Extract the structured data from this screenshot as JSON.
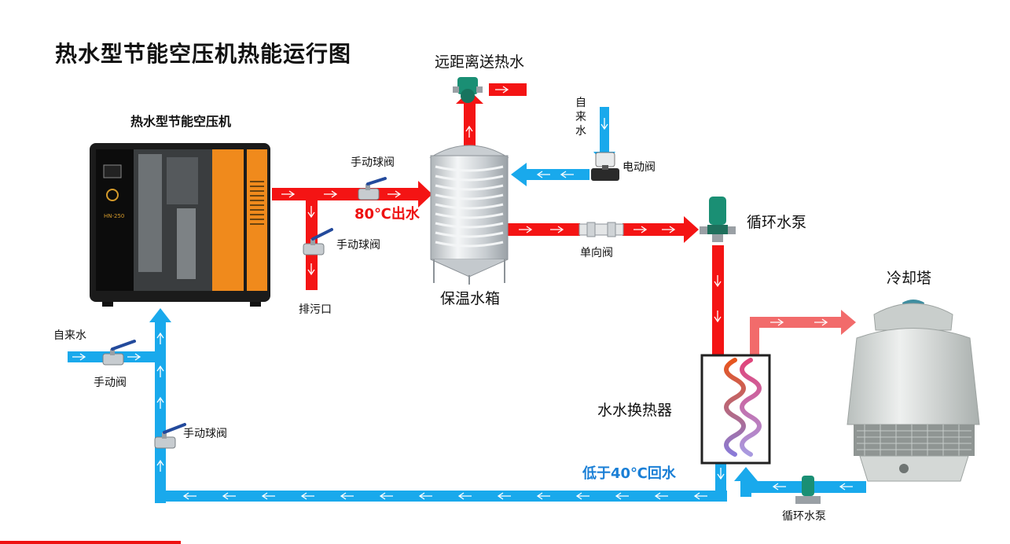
{
  "title": "热水型节能空压机热能运行图",
  "labels": {
    "compressor": "热水型节能空压机",
    "compressor_model": "HN-250",
    "remote_hot_water": "远距离送热水",
    "tap_water_top": "自来水",
    "electric_valve": "电动阀",
    "manual_ball_valve_top": "手动球阀",
    "hot_out": "80℃出水",
    "manual_ball_valve_drain": "手动球阀",
    "drain_outlet": "排污口",
    "insulated_tank": "保温水箱",
    "check_valve": "单向阀",
    "circulation_pump_top": "循环水泵",
    "cooling_tower": "冷却塔",
    "tap_water_left": "自来水",
    "manual_valve_left": "手动阀",
    "manual_ball_valve_left": "手动球阀",
    "heat_exchanger": "水水换热器",
    "return_water": "低于40℃回水",
    "circulation_pump_bottom": "循环水泵"
  },
  "colors": {
    "hot_pipe": "#f41414",
    "warm_pipe": "#f26b6b",
    "cold_pipe": "#19a9ec",
    "arrow_line": "#ffffff",
    "compressor_body": "#1a1a1a",
    "compressor_accent": "#f08a1c",
    "tank_steel": "#d9dde0",
    "pump_green": "#1a8f74",
    "tower_body": "#d8dcda"
  }
}
